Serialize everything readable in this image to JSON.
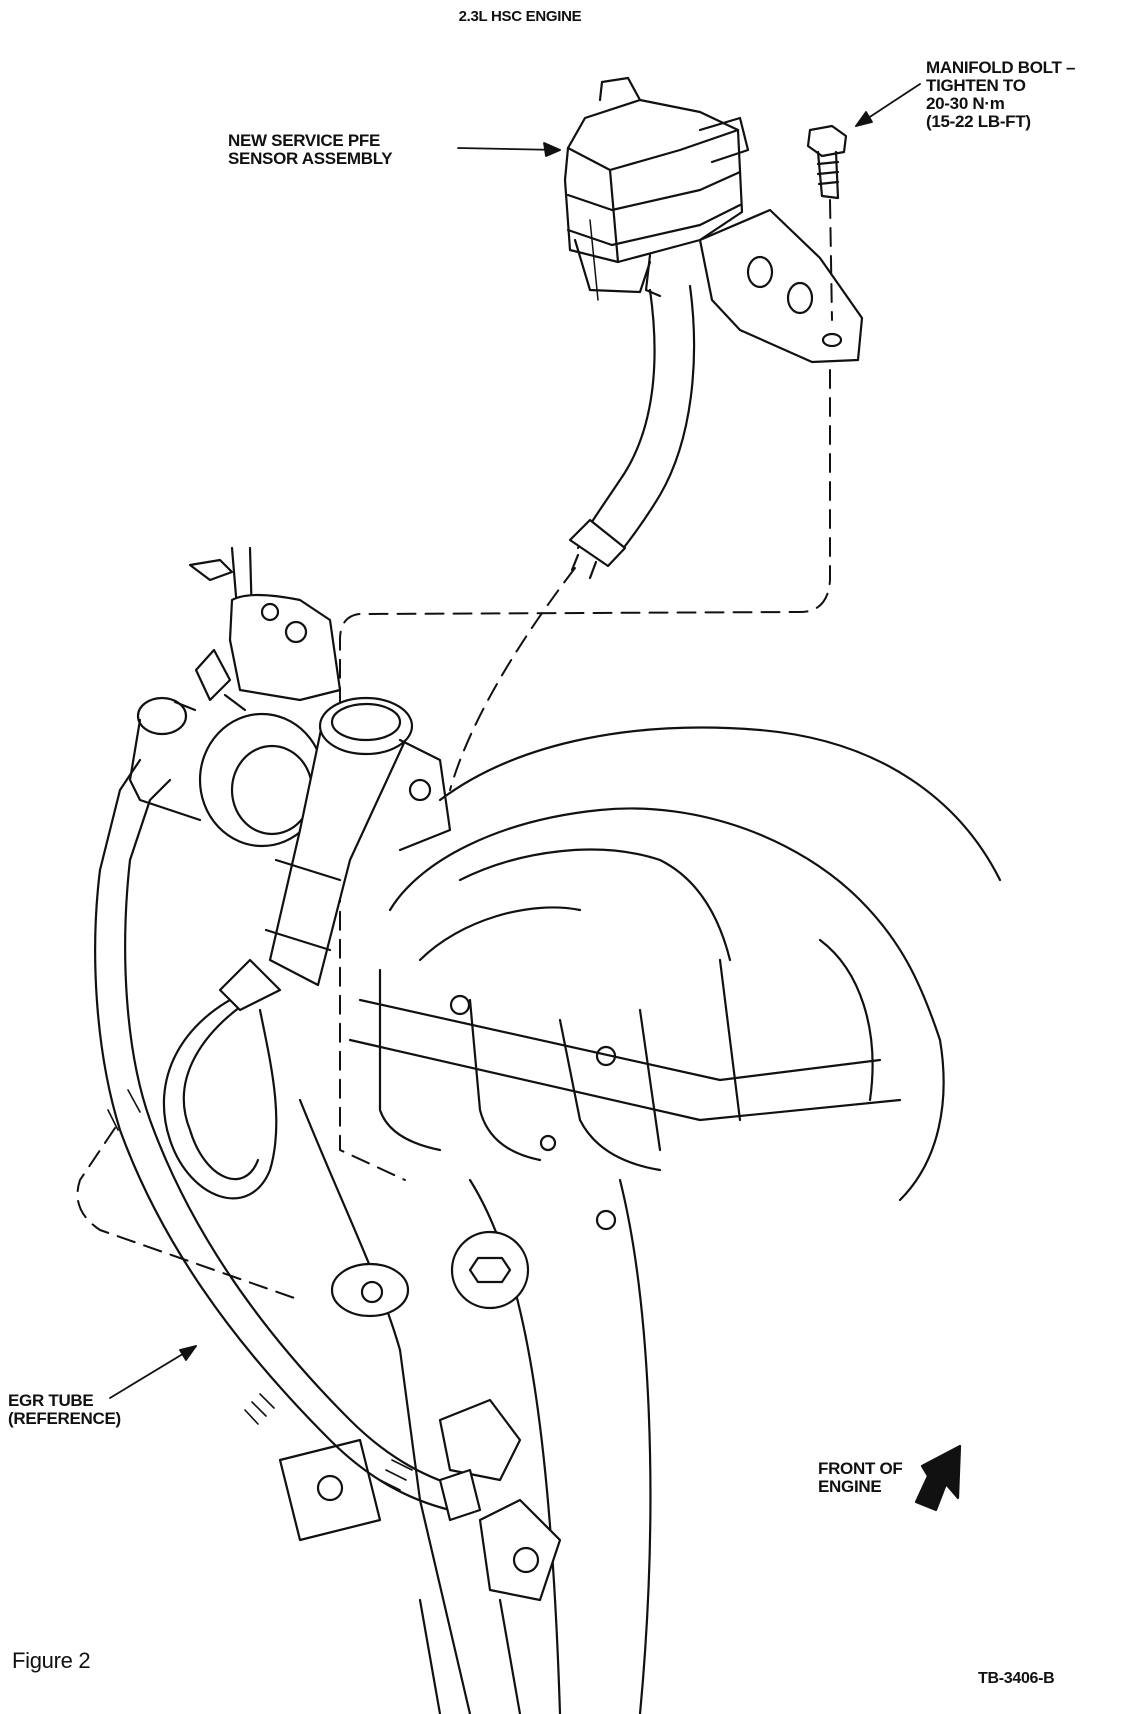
{
  "title": "2.3L HSC ENGINE",
  "callouts": {
    "pfe_sensor": [
      "NEW SERVICE PFE",
      "SENSOR ASSEMBLY"
    ],
    "manifold_bolt": [
      "MANIFOLD BOLT –",
      "TIGHTEN TO",
      "20-30 N·m",
      "(15-22 LB-FT)"
    ],
    "egr_tube": [
      "EGR TUBE",
      "(REFERENCE)"
    ],
    "front_of_engine": [
      "FRONT OF",
      "ENGINE"
    ]
  },
  "figure_label": "Figure 2",
  "drawing_id": "TB-3406-B"
}
